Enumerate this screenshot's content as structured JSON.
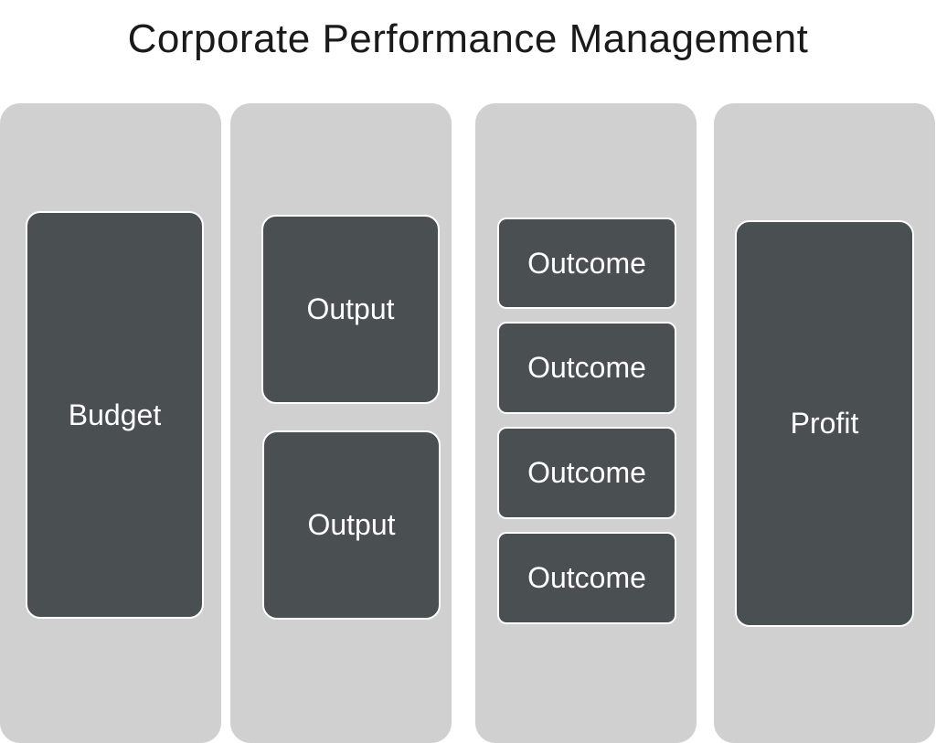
{
  "title": "Corporate Performance Management",
  "columns": [
    {
      "items": [
        "Budget"
      ]
    },
    {
      "items": [
        "Output",
        "Output"
      ]
    },
    {
      "items": [
        "Outcome",
        "Outcome",
        "Outcome",
        "Outcome"
      ]
    },
    {
      "items": [
        "Profit"
      ]
    }
  ],
  "colors": {
    "column_bg": "#d0d0d0",
    "box_bg": "#4a4f52",
    "box_text": "#ffffff",
    "title_text": "#1a1a1a"
  }
}
